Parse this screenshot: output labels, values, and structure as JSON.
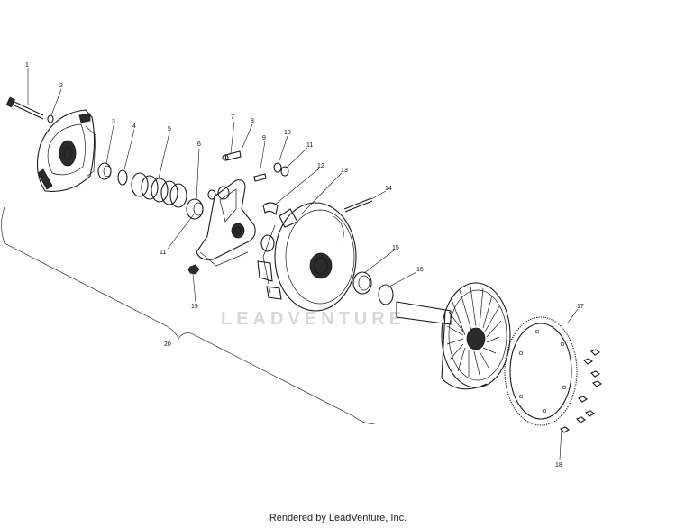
{
  "callouts": [
    "1",
    "2",
    "3",
    "4",
    "5",
    "6",
    "7",
    "8",
    "9",
    "10",
    "11",
    "11",
    "12",
    "13",
    "14",
    "15",
    "16",
    "17",
    "18",
    "19",
    "20"
  ],
  "watermark": "LEADVENTURE",
  "footer": "Rendered by LeadVenture, Inc."
}
